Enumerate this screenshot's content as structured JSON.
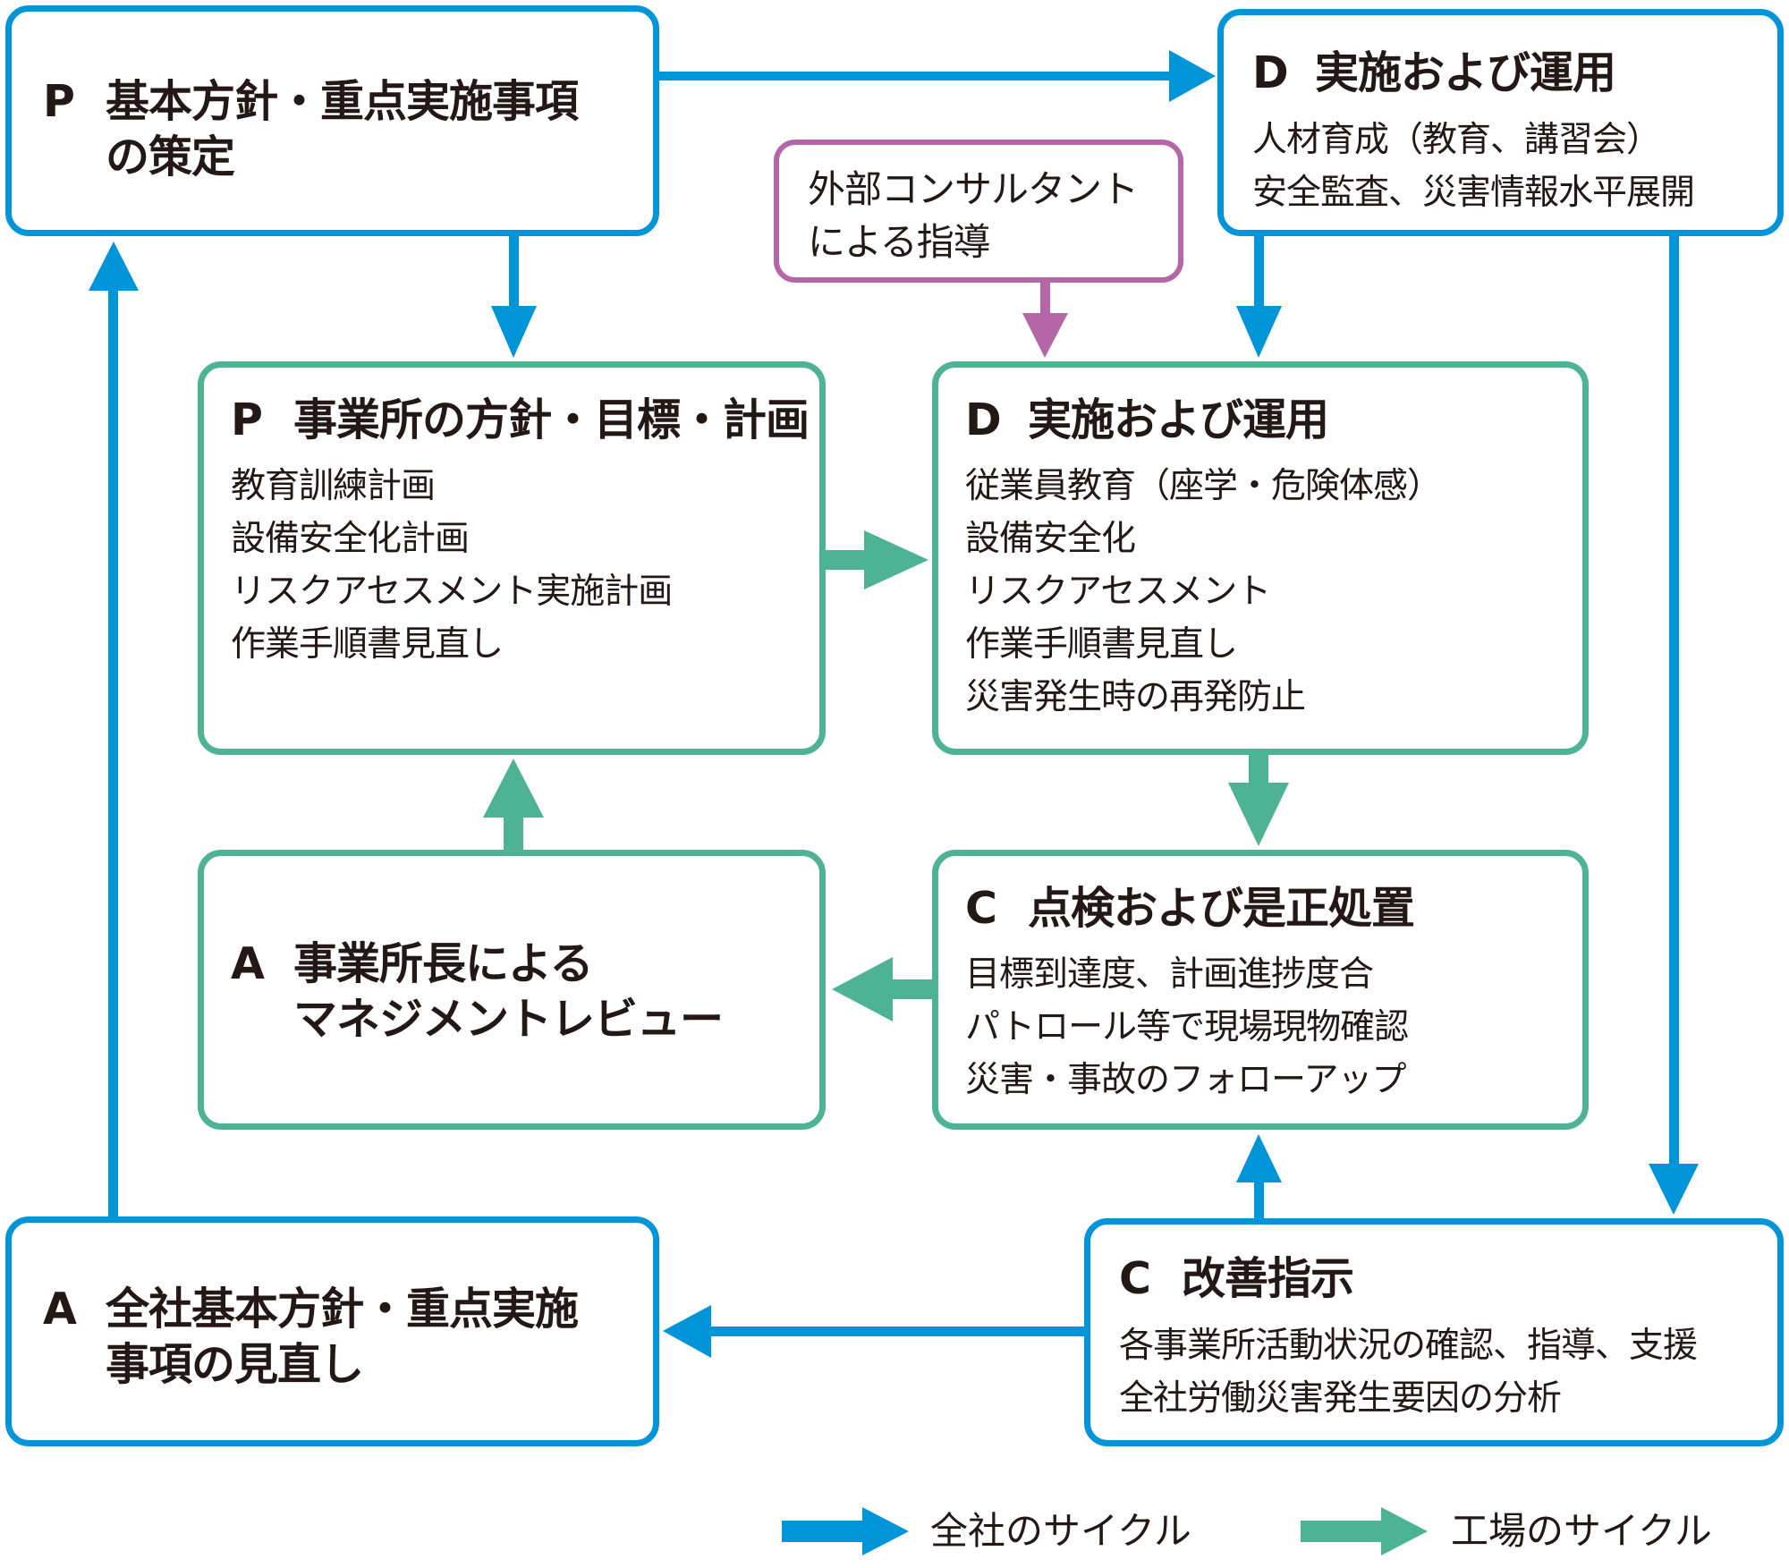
{
  "colors": {
    "company_cycle": "#0095d9",
    "factory_cycle": "#4db392",
    "consultant": "#b566a6",
    "text": "#231815"
  },
  "company": {
    "plan": {
      "letter": "P",
      "title_lines": [
        "基本方針・重点実施事項",
        "の策定"
      ]
    },
    "do": {
      "letter": "D",
      "title": "実施および運用",
      "items": [
        "人材育成（教育、講習会）",
        "安全監査、災害情報水平展開"
      ]
    },
    "check": {
      "letter": "C",
      "title": "改善指示",
      "items": [
        "各事業所活動状況の確認、指導、支援",
        "全社労働災害発生要因の分析"
      ]
    },
    "act": {
      "letter": "A",
      "title_lines": [
        "全社基本方針・重点実施",
        "事項の見直し"
      ]
    }
  },
  "consultant": {
    "lines": [
      "外部コンサルタント",
      "による指導"
    ]
  },
  "factory": {
    "plan": {
      "letter": "P",
      "title": "事業所の方針・目標・計画",
      "items": [
        "教育訓練計画",
        "設備安全化計画",
        "リスクアセスメント実施計画",
        "作業手順書見直し"
      ]
    },
    "do": {
      "letter": "D",
      "title": "実施および運用",
      "items": [
        "従業員教育（座学・危険体感）",
        "設備安全化",
        "リスクアセスメント",
        "作業手順書見直し",
        "災害発生時の再発防止"
      ]
    },
    "check": {
      "letter": "C",
      "title": "点検および是正処置",
      "items": [
        "目標到達度、計画進捗度合",
        "パトロール等で現場現物確認",
        "災害・事故のフォローアップ"
      ]
    },
    "act": {
      "letter": "A",
      "title_lines": [
        "事業所長による",
        "マネジメントレビュー"
      ]
    }
  },
  "legend": {
    "company_label": "全社のサイクル",
    "factory_label": "工場のサイクル"
  }
}
